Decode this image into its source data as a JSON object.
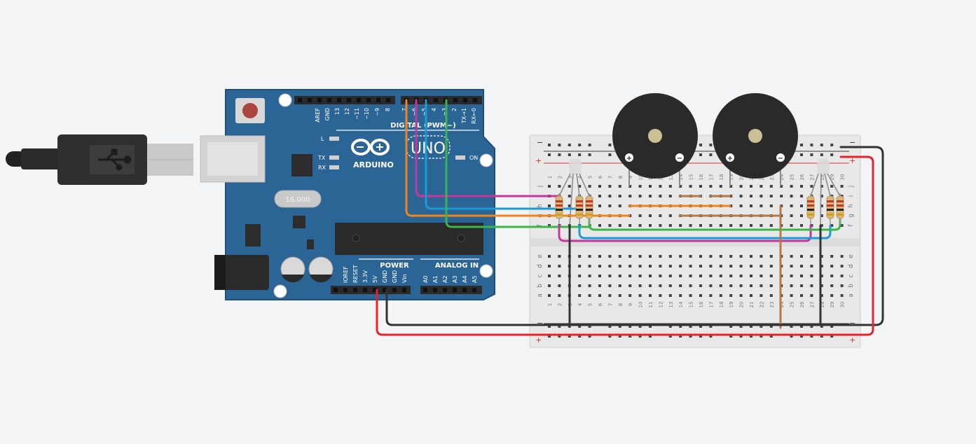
{
  "colors": {
    "background": "#f3f4f6",
    "board": "#2b6596",
    "board_edge": "#1f4f7a",
    "header": "#2a2a2a",
    "breadboard": "#e8e8e8",
    "wire_red": "#e3262c",
    "wire_black": "#333333",
    "wire_orange": "#f0851d",
    "wire_magenta": "#c8369a",
    "wire_blue": "#1b9ad6",
    "wire_green": "#39b54a",
    "wire_brown": "#b47a4a"
  },
  "arduino": {
    "brand": "ARDUINO",
    "model": "UNO",
    "crystal": "16.000",
    "on_label": "ON",
    "led_labels": {
      "l": "L",
      "tx": "TX",
      "rx": "RX"
    },
    "digital_label": "DIGITAL (PWM~)",
    "power_label": "POWER",
    "analog_label": "ANALOG IN",
    "top_pin_labels": [
      "AREF",
      "GND",
      "13",
      "12",
      "~11",
      "~10",
      "~9",
      "8",
      "7",
      "~6",
      "~5",
      "4",
      "~3",
      "2",
      "TX→1",
      "RX←0"
    ],
    "power_pin_labels": [
      "IOREF",
      "RESET",
      "3.3V",
      "5V",
      "GND",
      "GND",
      "Vin"
    ],
    "analog_pin_labels": [
      "A0",
      "A1",
      "A2",
      "A3",
      "A4",
      "A5"
    ]
  },
  "breadboard": {
    "column_numbers": [
      "1",
      "2",
      "3",
      "4",
      "5",
      "6",
      "7",
      "8",
      "9",
      "10",
      "11",
      "12",
      "13",
      "14",
      "15",
      "16",
      "17",
      "18",
      "19",
      "20",
      "21",
      "22",
      "23",
      "24",
      "25",
      "26",
      "27",
      "28",
      "29",
      "30"
    ],
    "top_row_letters": [
      "j",
      "i",
      "h",
      "g",
      "f"
    ],
    "bottom_row_letters": [
      "e",
      "d",
      "c",
      "b",
      "a"
    ],
    "rail_plus": "+",
    "rail_minus": "−"
  },
  "buzzers": [
    {
      "plus": "+",
      "minus": "−"
    },
    {
      "plus": "+",
      "minus": "−"
    }
  ]
}
